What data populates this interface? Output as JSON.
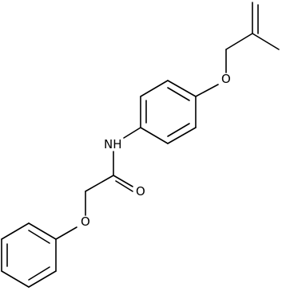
{
  "structure": {
    "atom_labels": {
      "ether_o_top": "O",
      "amide_nh": "NH",
      "amide_o": "O",
      "ether_o_bottom": "O"
    }
  }
}
